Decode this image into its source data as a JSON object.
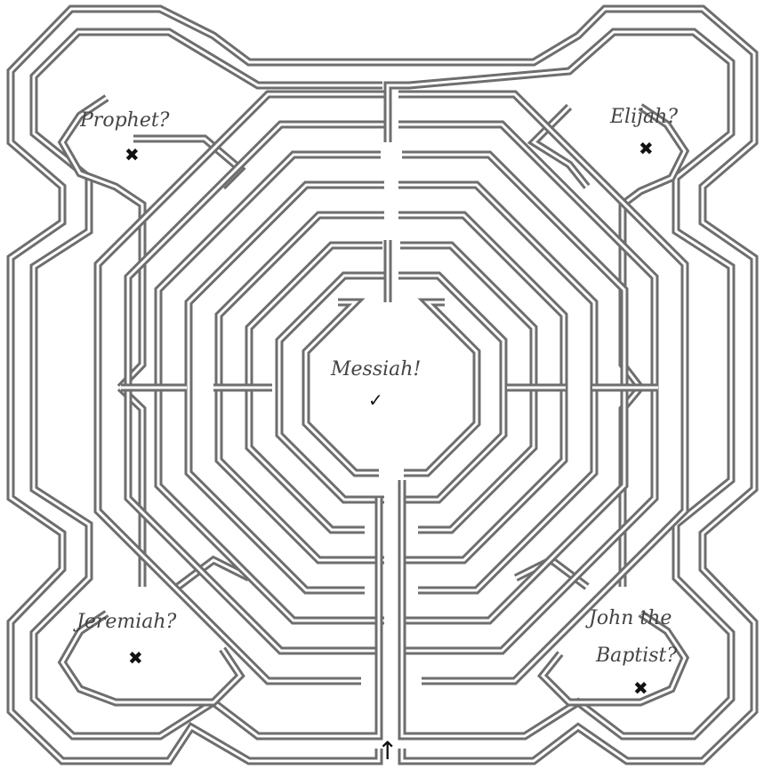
{
  "maze": {
    "labels": {
      "prophet": "Prophet?",
      "elijah": "Elijah?",
      "messiah": "Messiah!",
      "jeremiah": "Jeremiah?",
      "john_line1": "John the",
      "john_line2": "Baptist?"
    },
    "marks": {
      "wrong": "✖",
      "correct": "✓",
      "entry_arrow": "↑"
    },
    "colors": {
      "wall": "#6e6e6e",
      "background": "#ffffff",
      "text": "#444444"
    }
  }
}
